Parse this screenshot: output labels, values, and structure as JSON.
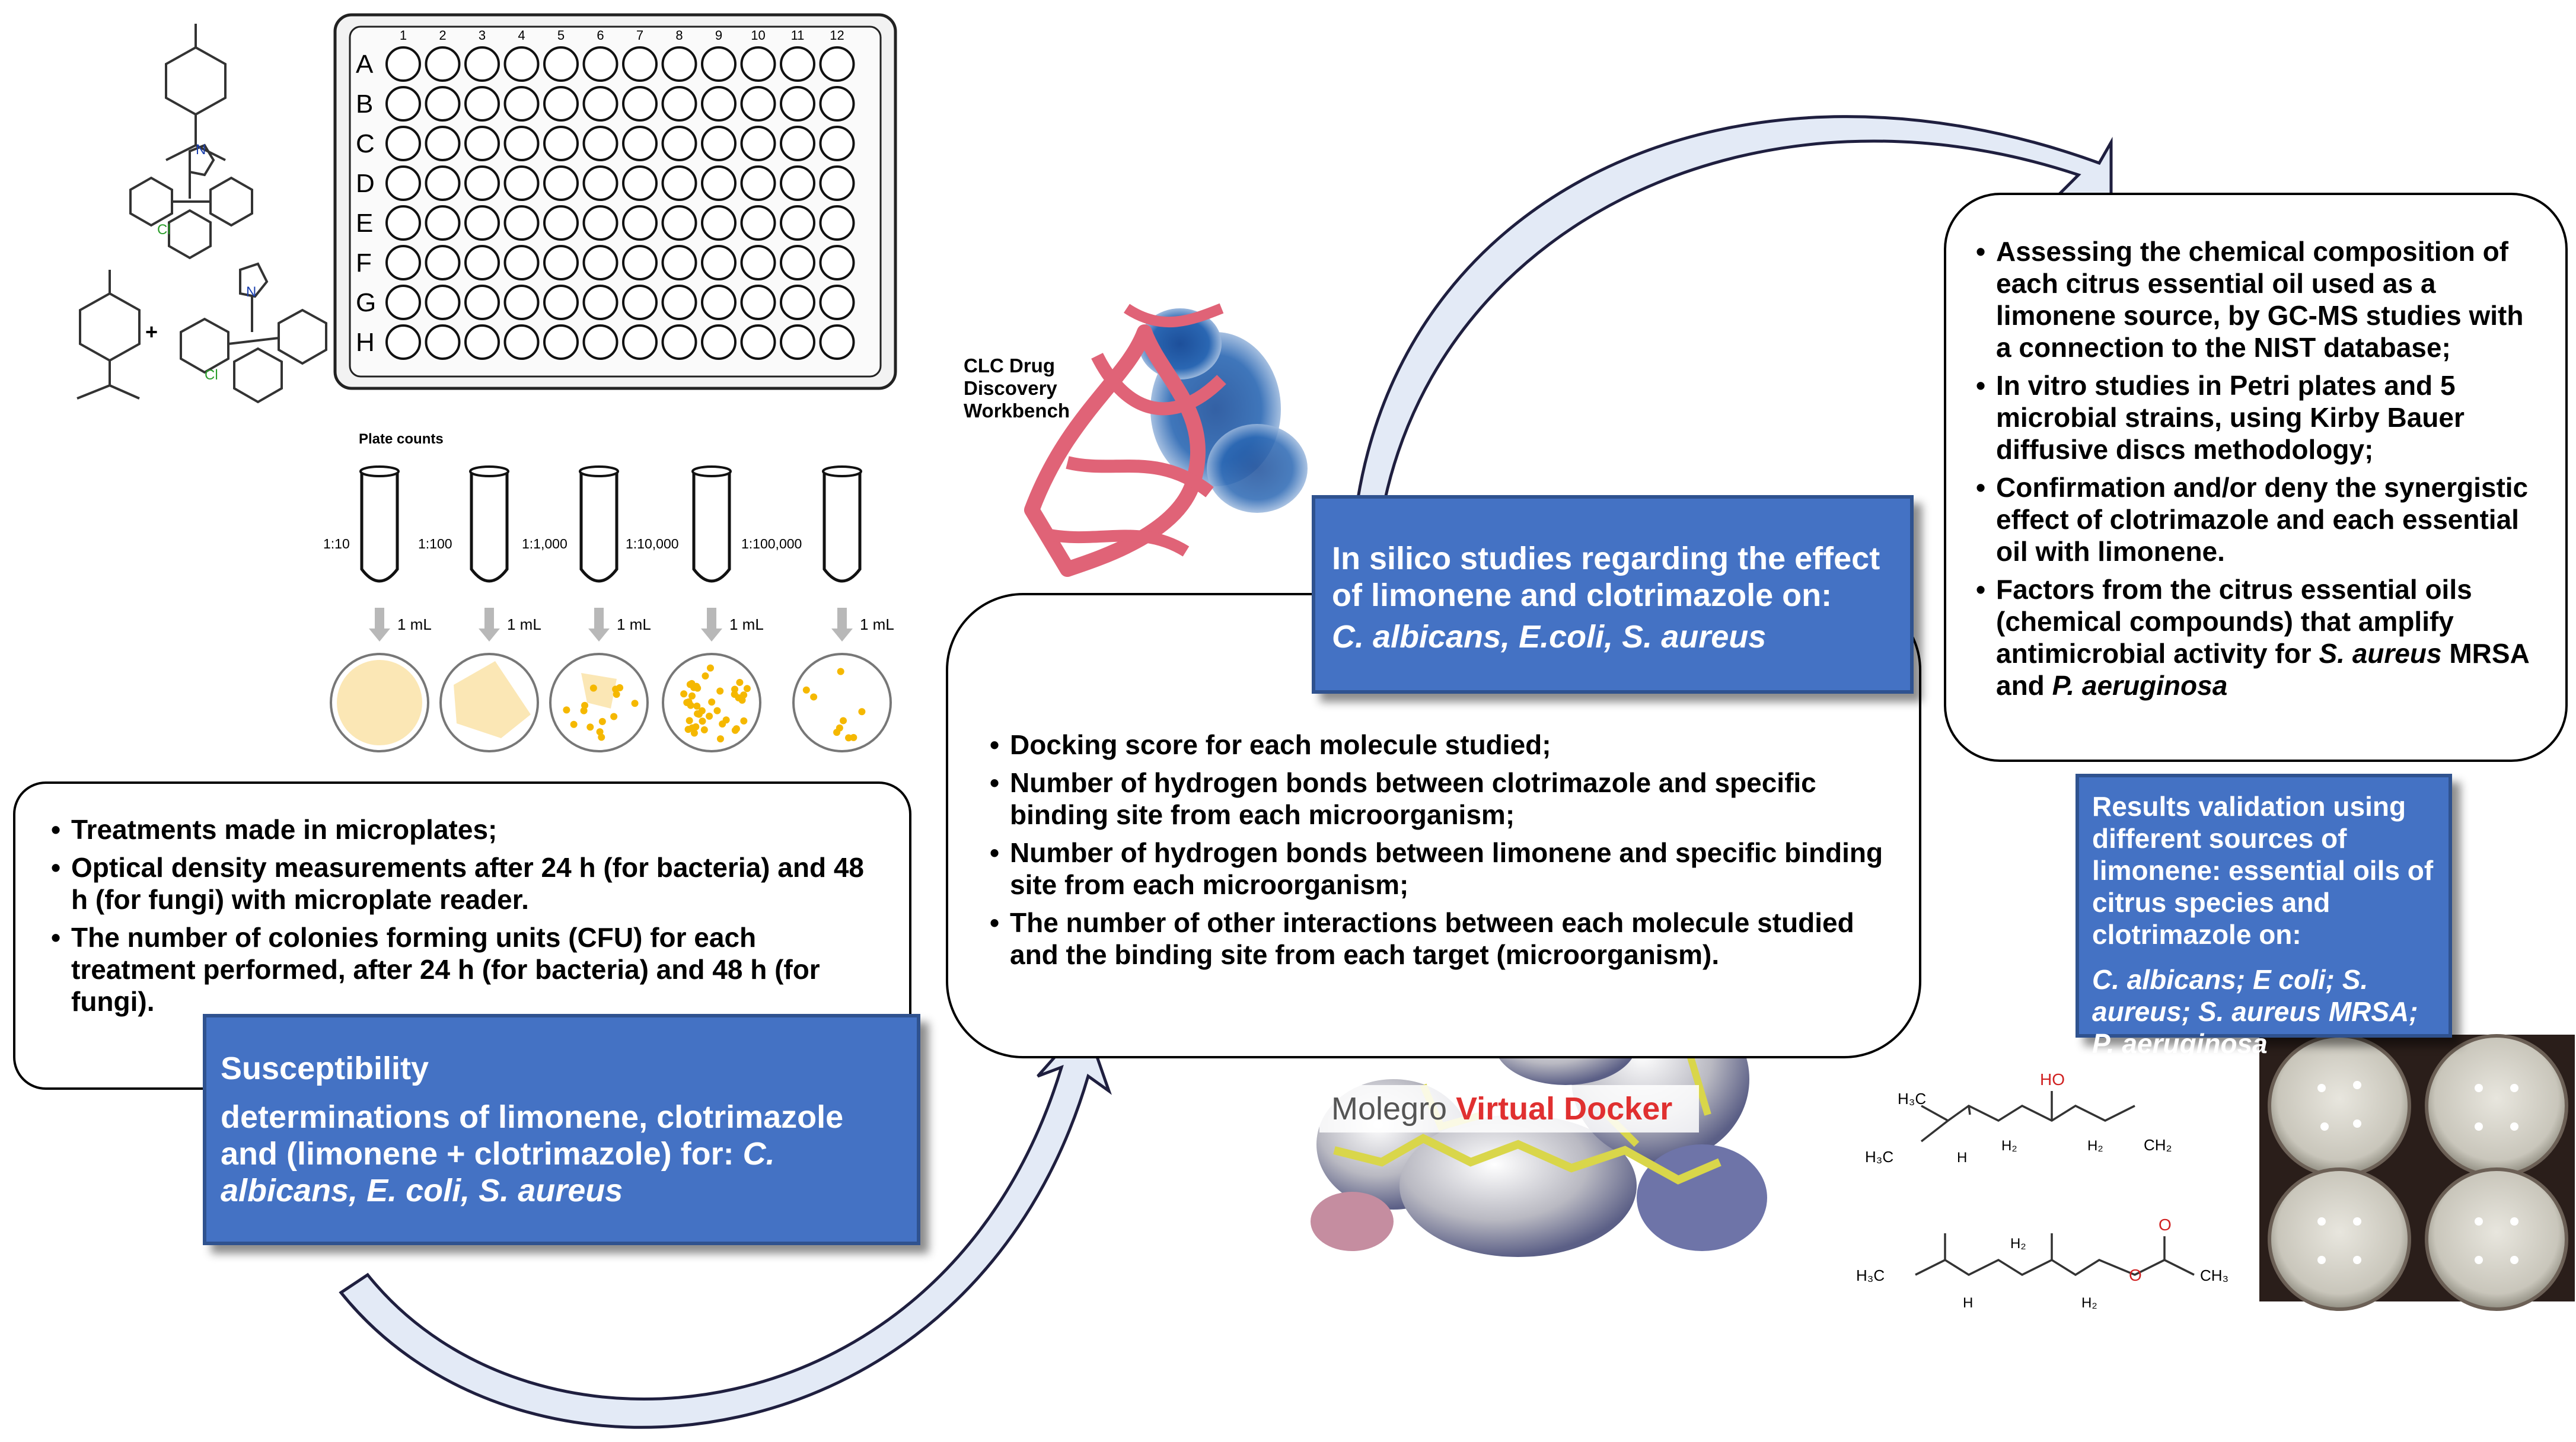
{
  "plate": {
    "rows": [
      "A",
      "B",
      "C",
      "D",
      "E",
      "F",
      "G",
      "H"
    ],
    "cols": [
      "1",
      "2",
      "3",
      "4",
      "5",
      "6",
      "7",
      "8",
      "9",
      "10",
      "11",
      "12"
    ]
  },
  "plate_counts": {
    "title": "Plate counts",
    "dilutions": [
      "1:10",
      "1:100",
      "1:1,000",
      "1:10,000",
      "1:100,000"
    ],
    "transfer": "1 mL"
  },
  "clc_label": [
    "CLC Drug",
    "Discovery",
    "Workbench"
  ],
  "molegro": {
    "part1": "Molegro ",
    "part2": "Virtual Docker"
  },
  "left_box": {
    "items": [
      "Treatments made in microplates;",
      " Optical density measurements after 24 h (for bacteria) and 48 h (for fungi) with microplate reader.",
      "The number of colonies forming units (CFU) for each treatment performed, after 24 h (for bacteria) and 48 h (for fungi)."
    ]
  },
  "susceptibility": {
    "title": "Susceptibility",
    "text": "determinations of limonene, clotrimazole and (limonene + clotrimazole) for: ",
    "organisms": "C. albicans, E. coli, S. aureus"
  },
  "middle_box": {
    "items": [
      "Docking score for each molecule studied;",
      "Number of hydrogen bonds between clotrimazole and specific binding site from each microorganism;",
      "Number of hydrogen bonds between limonene and specific binding site from each microorganism;",
      "The number of other interactions between each molecule studied and the binding site from each target (microorganism)."
    ]
  },
  "in_silico": {
    "text": "In silico studies regarding the effect of limonene and clotrimazole on:",
    "organisms": "C. albicans, E.coli, S. aureus"
  },
  "right_box": {
    "item1": "Assessing the chemical composition of each citrus essential oil used as a limonene source, by GC-MS studies with a connection to the NIST database;",
    "item2": "In vitro studies in Petri plates and 5 microbial strains,  using Kirby Bauer  diffusive discs methodology;",
    "item3": "Confirmation and/or deny the synergistic effect of clotrimazole and each essential oil with limonene.",
    "item4_a": "Factors from the citrus essential oils (chemical compounds) that amplify antimicrobial activity for ",
    "item4_b": "S. aureus",
    "item4_c": " MRSA and   ",
    "item4_d": "P. aeruginosa"
  },
  "results": {
    "text": "Results validation using different sources of limonene:  essential oils of citrus species and clotrimazole on:",
    "organisms": "C. albicans; E coli; S. aureus; S. aureus MRSA; P. aeruginosa"
  },
  "chem_labels": {
    "h3c": "H₃C",
    "ch3": "CH₃",
    "h2": "H₂",
    "h": "H",
    "ho": "HO",
    "ch2": "CH₂",
    "o": "O",
    "cl": "Cl",
    "n": "N",
    "c": "C"
  },
  "colors": {
    "blue_box": "#4472c4",
    "blue_border": "#2f528f",
    "arrow_fill": "#e3eaf6",
    "arrow_stroke": "#1f1f3f",
    "colony": "#f5b800",
    "agar": "#fbe7b5"
  }
}
